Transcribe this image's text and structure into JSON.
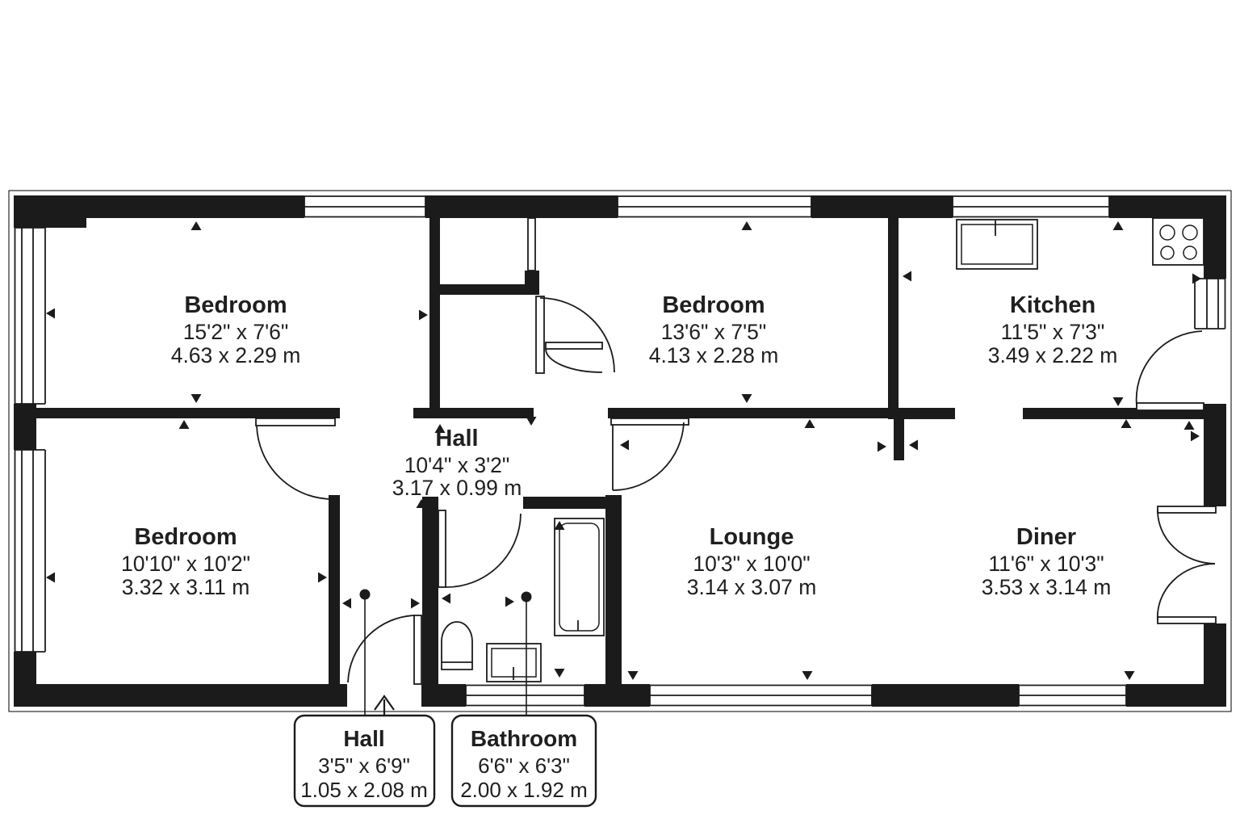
{
  "plan": {
    "rooms": [
      {
        "name": "Bedroom",
        "imperial": "15'2\" x 7'6\"",
        "metric": "4.63 x 2.29 m"
      },
      {
        "name": "Bedroom",
        "imperial": "13'6\" x 7'5\"",
        "metric": "4.13 x 2.28 m"
      },
      {
        "name": "Kitchen",
        "imperial": "11'5\" x 7'3\"",
        "metric": "3.49 x 2.22 m"
      },
      {
        "name": "Bedroom",
        "imperial": "10'10\" x 10'2\"",
        "metric": "3.32 x 3.11 m"
      },
      {
        "name": "Hall",
        "imperial": "10'4\" x 3'2\"",
        "metric": "3.17 x 0.99 m"
      },
      {
        "name": "Lounge",
        "imperial": "10'3\" x 10'0\"",
        "metric": "3.14 x 3.07 m"
      },
      {
        "name": "Diner",
        "imperial": "11'6\" x 10'3\"",
        "metric": "3.53 x 3.14 m"
      }
    ],
    "callouts": [
      {
        "name": "Hall",
        "imperial": "3'5\" x 6'9\"",
        "metric": "1.05 x 2.08 m"
      },
      {
        "name": "Bathroom",
        "imperial": "6'6\" x 6'3\"",
        "metric": "2.00 x 1.92 m"
      }
    ]
  },
  "colors": {
    "wall": "#1b1b1b",
    "text": "#1f1f1f",
    "background": "#ffffff"
  }
}
